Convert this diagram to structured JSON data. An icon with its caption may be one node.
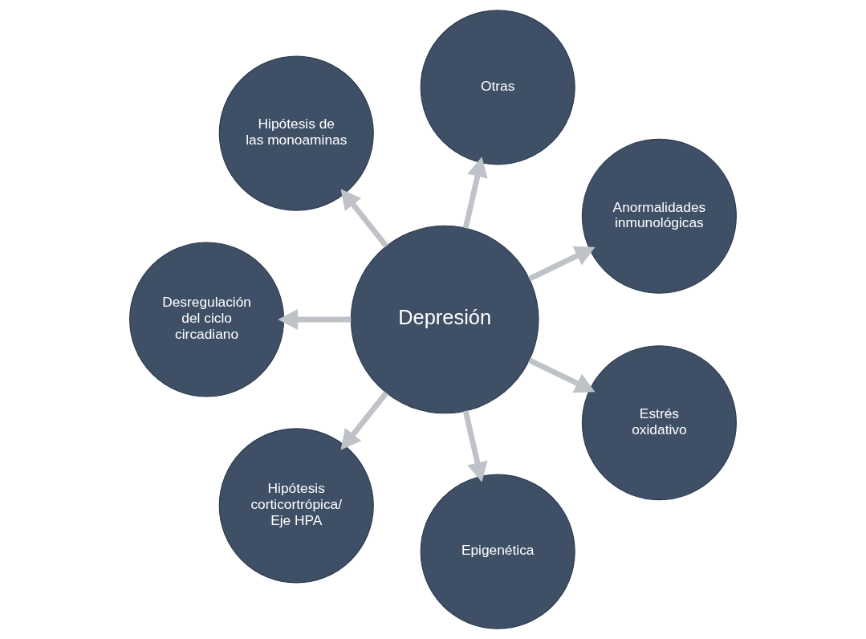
{
  "diagram": {
    "nodes": [
      {
        "text": [
          "Depresión"
        ]
      },
      {
        "text": [
          "Anormalidades inmunológicas"
        ]
      },
      {
        "text": [
          "Otras"
        ]
      },
      {
        "text": [
          "Hipótesis de las monoaminas"
        ]
      },
      {
        "text": [
          "Desregulación del ciclo circadiano"
        ]
      },
      {
        "text": [
          "Hipótesis corticortrópica/ Eje HPA"
        ]
      },
      {
        "text": [
          "Epigenética"
        ]
      },
      {
        "text": [
          "Estrés oxidativo"
        ]
      }
    ],
    "edges": [
      {
        "from": 0,
        "to": 2,
        "arrow": "to"
      },
      {
        "from": 0,
        "to": 3,
        "arrow": "to"
      },
      {
        "from": 0,
        "to": 5,
        "arrow": "to"
      },
      {
        "from": 0,
        "to": 7,
        "arrow": "to"
      },
      {
        "from": 0,
        "to": 6,
        "arrow": "to"
      },
      {
        "from": 0,
        "to": 4,
        "arrow": "to"
      },
      {
        "from": 0,
        "to": 1,
        "arrow": "to"
      }
    ]
  }
}
